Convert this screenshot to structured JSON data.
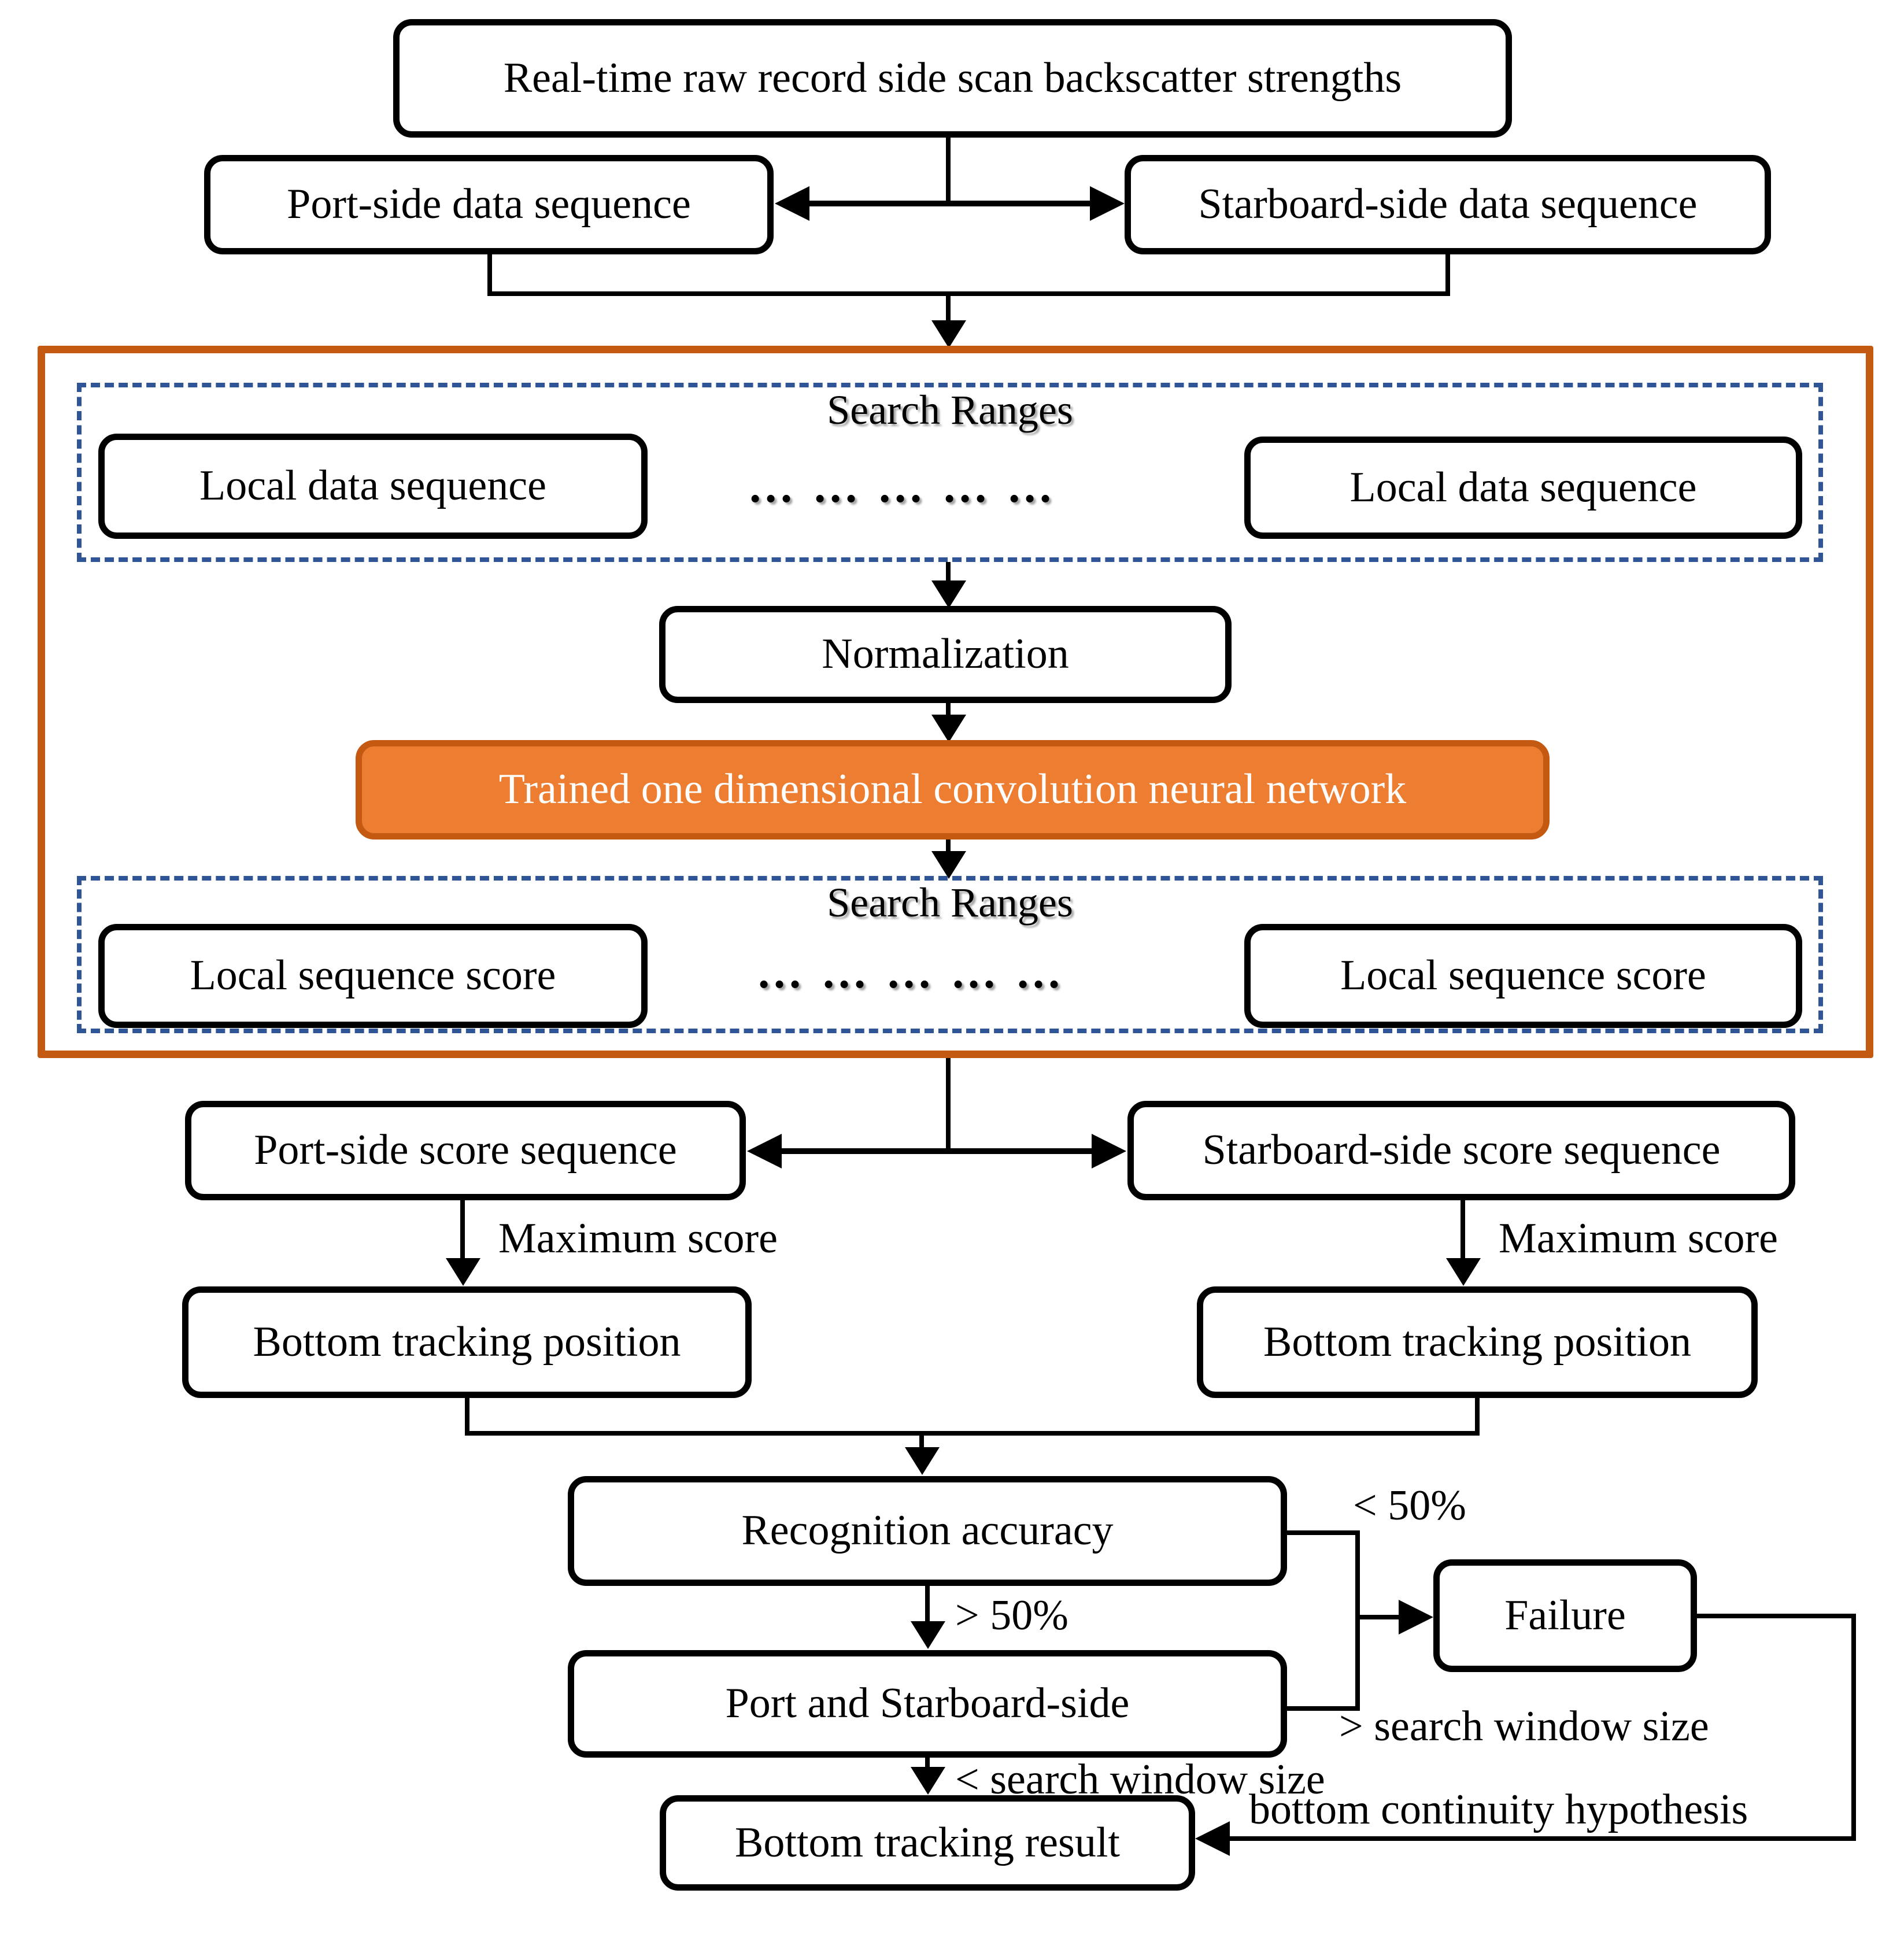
{
  "figure": {
    "type": "flowchart",
    "description": "Side scan sonar bottom tracking flowchart using a 1D CNN"
  },
  "colors": {
    "box_border": "#000000",
    "container_border": "#C45911",
    "cnn_fill": "#ED7D31",
    "cnn_border": "#C45911",
    "cnn_text": "#FFFFFF",
    "dashed_border": "#2F5597",
    "connector": "#000000"
  },
  "nodes": {
    "realtime": "Real-time raw record side scan backscatter strengths",
    "port_data": "Port-side data sequence",
    "starboard_data": "Starboard-side data sequence",
    "search_ranges_top": "Search Ranges",
    "local_data_left": "Local data sequence",
    "local_data_right": "Local data sequence",
    "ellipsis_top": "… … … … …",
    "normalization": "Normalization",
    "cnn": "Trained one dimensional convolution neural network",
    "search_ranges_bottom": "Search Ranges",
    "local_score_left": "Local sequence score",
    "local_score_right": "Local sequence score",
    "ellipsis_bottom": "… … … … …",
    "port_score": "Port-side score sequence",
    "starboard_score": "Starboard-side score sequence",
    "btp_left": "Bottom tracking position",
    "btp_right": "Bottom tracking position",
    "recognition": "Recognition accuracy",
    "port_starboard": "Port and Starboard-side",
    "failure": "Failure",
    "btr": "Bottom tracking result"
  },
  "edge_labels": {
    "max_score_left": "Maximum score",
    "max_score_right": "Maximum score",
    "lt50": "< 50%",
    "gt50": "> 50%",
    "gt_search_window": "> search window size",
    "lt_search_window": "< search window size",
    "bottom_continuity": "bottom continuity hypothesis"
  }
}
